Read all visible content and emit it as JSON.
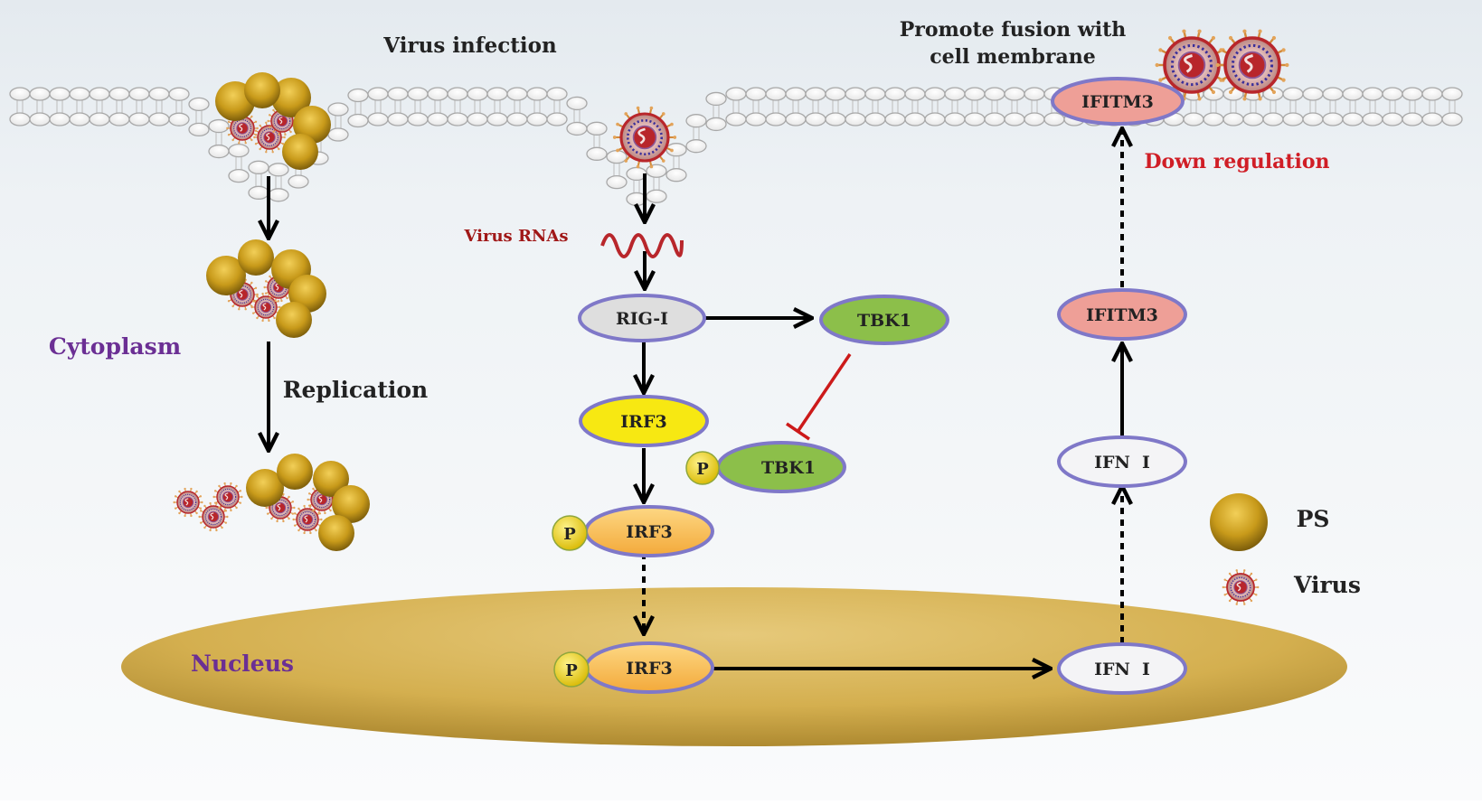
{
  "labels": {
    "virus_infection": "Virus infection",
    "promote_fusion_line1": "Promote fusion with",
    "promote_fusion_line2": "cell membrane",
    "down_regulation": "Down regulation",
    "virus_rnas": "Virus RNAs",
    "cytoplasm": "Cytoplasm",
    "replication": "Replication",
    "nucleus": "Nucleus"
  },
  "nodes": {
    "rig_i": "RIG-I",
    "tbk1": "TBK1",
    "tbk1_p": "TBK1",
    "irf3": "IRF3",
    "irf3_p": "IRF3",
    "irf3_nuc": "IRF3",
    "ifn_nuc": "IFN  I",
    "ifn_cyt": "IFN  I",
    "ifitm3": "IFITM3",
    "ifitm3_mem": "IFITM3",
    "p": "P"
  },
  "legend": {
    "ps": "PS",
    "virus": "Virus"
  },
  "colors": {
    "membrane": "#bdbdbd",
    "ps_gold": "#c89a1a",
    "virus_red": "#b8262b",
    "node_border": "#7f78c8",
    "rig_fill": "#dedede",
    "tbk1_fill": "#8cbf4a",
    "irf3_fill": "#f7e812",
    "irf3p_fill": "#f8c25a",
    "ifitm3_fill": "#ee9f97",
    "ifn_fill": "#f4f4f6",
    "nucleus_fill": "#d4af4f",
    "label_purple": "#6b2f94",
    "label_red": "#d01e26",
    "inhibit_red": "#cc1a1a"
  }
}
